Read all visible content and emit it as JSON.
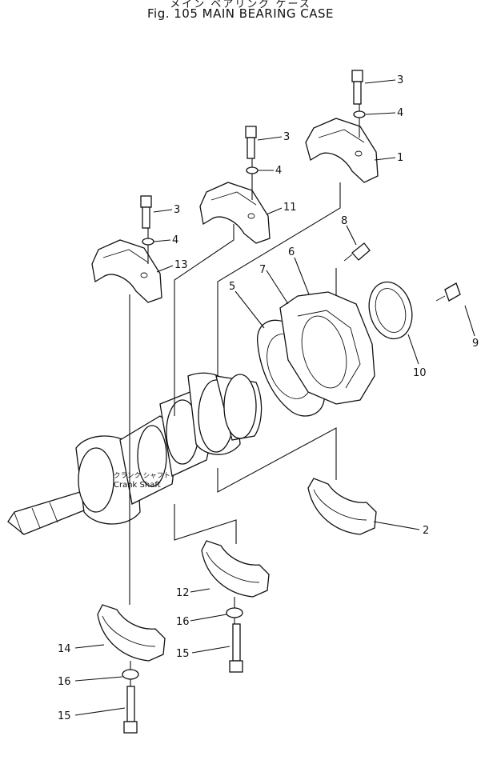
{
  "title_jp": "メイン ベアリング ケース",
  "title": "Fig. 105 MAIN BEARING CASE",
  "crank_label_jp": "クランク シャフト",
  "crank_label": "Crank Shaft",
  "callouts": {
    "c1": "1",
    "c2": "2",
    "c3a": "3",
    "c3b": "3",
    "c3c": "3",
    "c4a": "4",
    "c4b": "4",
    "c4c": "4",
    "c5": "5",
    "c6": "6",
    "c7": "7",
    "c8": "8",
    "c9": "9",
    "c10": "10",
    "c11": "11",
    "c12": "12",
    "c13": "13",
    "c14": "14",
    "c15a": "15",
    "c15b": "15",
    "c16a": "16",
    "c16b": "16"
  }
}
